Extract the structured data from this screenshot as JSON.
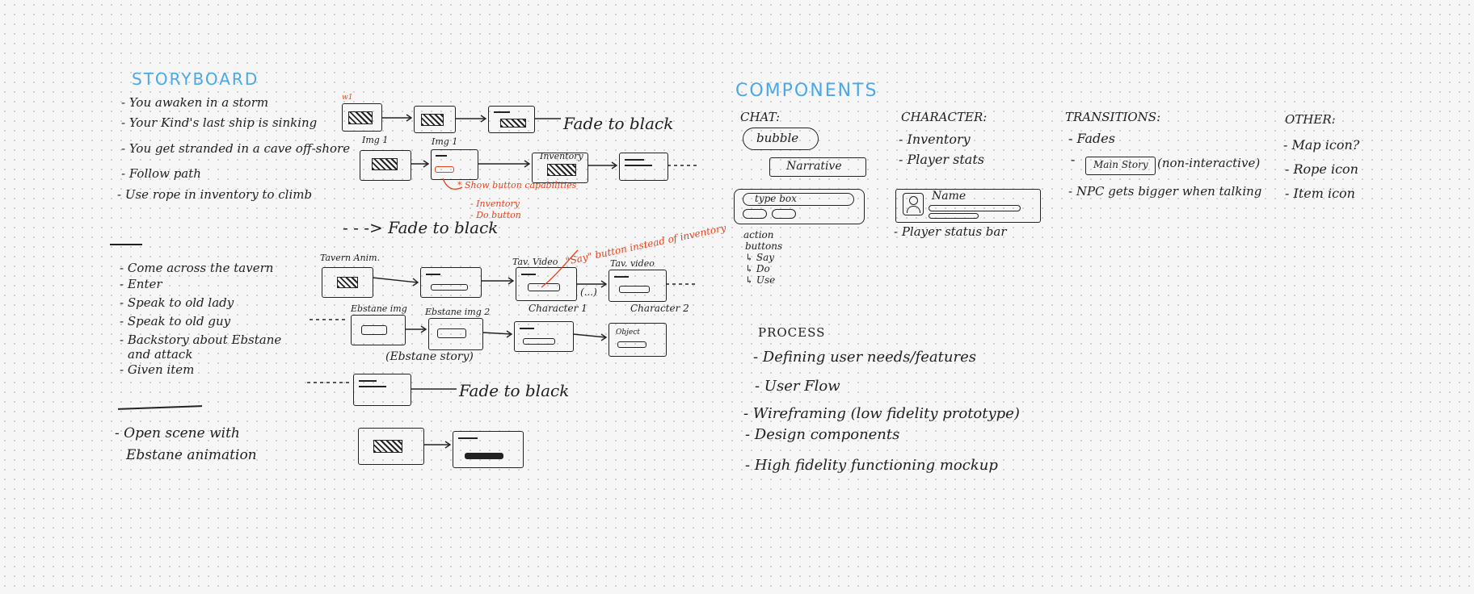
{
  "storyboard": {
    "title": "STORYBOARD",
    "group1": [
      "- You awaken in a storm",
      "- Your Kind's last ship is sinking",
      "- You get stranded in a cave off-shore",
      "- Follow path",
      "- Use rope in inventory to climb"
    ],
    "group1_labels": {
      "tag": "w1",
      "img1": "Img 1",
      "img1b": "Img 1",
      "inventory": "Inventory",
      "fade1": "Fade to black",
      "fade2": "- - -> Fade to black",
      "note1": "* Show button capabilities",
      "note2": "- Inventory",
      "note3": "- Do button"
    },
    "group2": [
      "- Come across the tavern",
      "- Enter",
      "- Speak to old lady",
      "- Speak to old guy",
      "- Backstory about Ebstane",
      "and attack",
      "- Given item"
    ],
    "group2_labels": {
      "tavern_anim": "Tavern Anim.",
      "tav_video": "Tav. Video",
      "tav_video2": "Tav. video",
      "say_note": "\"Say\" button instead of inventory",
      "ellipsis": "(...)",
      "character1": "Character 1",
      "character2": "Character 2",
      "ebstane_img": "Ebstane img",
      "ebstane_img2": "Ebstane img 2",
      "ebstane_story": "(Ebstane story)",
      "fade3": "Fade to black",
      "object": "Object"
    },
    "group3": [
      "- Open scene with",
      "Ebstane animation"
    ]
  },
  "components": {
    "title": "COMPONENTS",
    "chat": {
      "heading": "CHAT:",
      "bubble": "bubble",
      "narrative": "Narrative",
      "type_box": "type box",
      "actions": [
        "action",
        "buttons",
        "↳ Say",
        "↳ Do",
        "↳ Use"
      ]
    },
    "character": {
      "heading": "CHARACTER:",
      "items": [
        "- Inventory",
        "- Player stats"
      ],
      "name": "Name",
      "status_bar": "- Player status bar"
    },
    "transitions": {
      "heading": "TRANSITIONS:",
      "fades": "- Fades",
      "main_story": "Main Story",
      "non_interactive": "(non-interactive)",
      "npc": "- NPC gets bigger when talking"
    },
    "other": {
      "heading": "OTHER:",
      "items": [
        "- Map icon?",
        "- Rope icon",
        "- Item icon"
      ]
    }
  },
  "process": {
    "title": "PROCESS",
    "items": [
      "- Defining user needs/features",
      "- User Flow",
      "- Wireframing (low fidelity prototype)",
      "- Design components",
      "- High fidelity functioning mockup"
    ]
  },
  "colors": {
    "accent_blue": "#4aa8e8",
    "annotation_red": "#e5421c",
    "ink": "#1e1e1e"
  }
}
